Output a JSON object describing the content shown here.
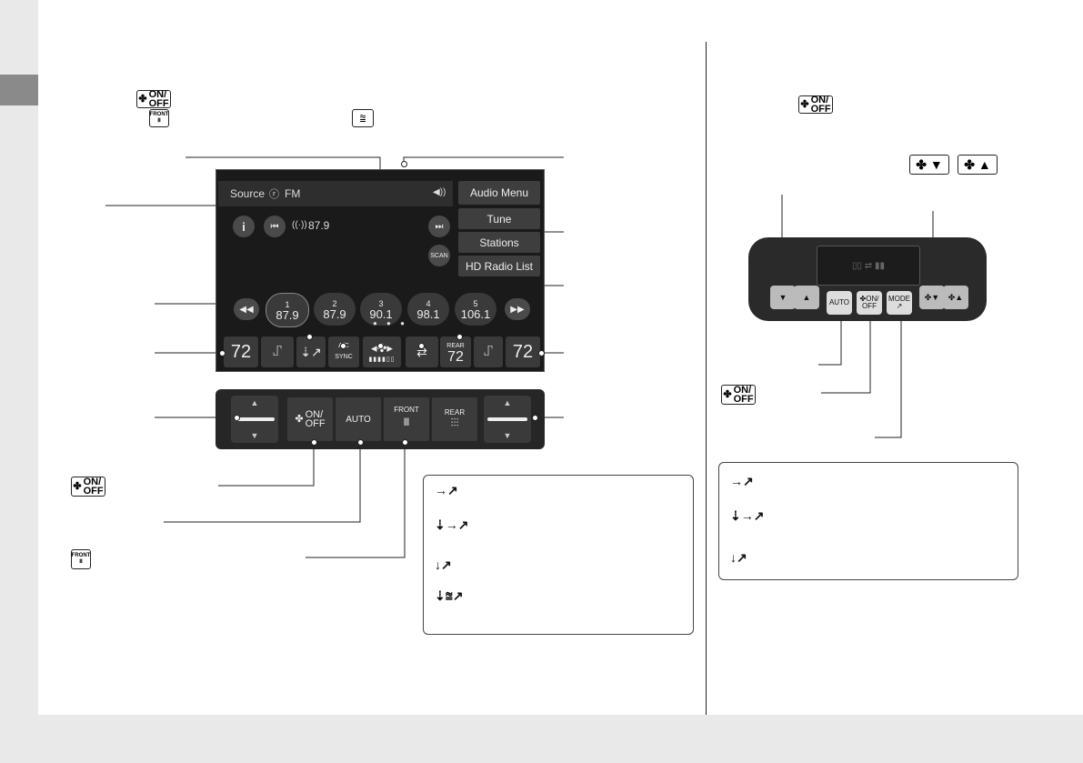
{
  "screen": {
    "source_label": "Source",
    "band_label": "FM",
    "volume_icon": "speaker-icon",
    "menu_audio": "Audio Menu",
    "menu_tune": "Tune",
    "menu_stations": "Stations",
    "menu_hd": "HD Radio List",
    "station_freq": "87.9",
    "scan_label": "SCAN",
    "presets": [
      {
        "num": "1",
        "freq": "87.9"
      },
      {
        "num": "2",
        "freq": "87.9"
      },
      {
        "num": "3",
        "freq": "90.1"
      },
      {
        "num": "4",
        "freq": "98.1"
      },
      {
        "num": "5",
        "freq": "106.1"
      }
    ],
    "temp_left": "72",
    "temp_right": "72",
    "ac_label": "A/C",
    "sync_label": "SYNC",
    "rear_label": "REAR",
    "rear_temp": "72"
  },
  "physical": {
    "on_label": "ON/",
    "off_label": "OFF",
    "auto_label": "AUTO",
    "front_label": "FRONT",
    "rear_label": "REAR"
  },
  "icon_labels": {
    "on": "ON/",
    "off": "OFF",
    "front": "FRONT"
  },
  "rear_panel": {
    "auto_label": "AUTO",
    "on_label": "ON/",
    "off_label": "OFF",
    "mode_label": "MODE"
  }
}
